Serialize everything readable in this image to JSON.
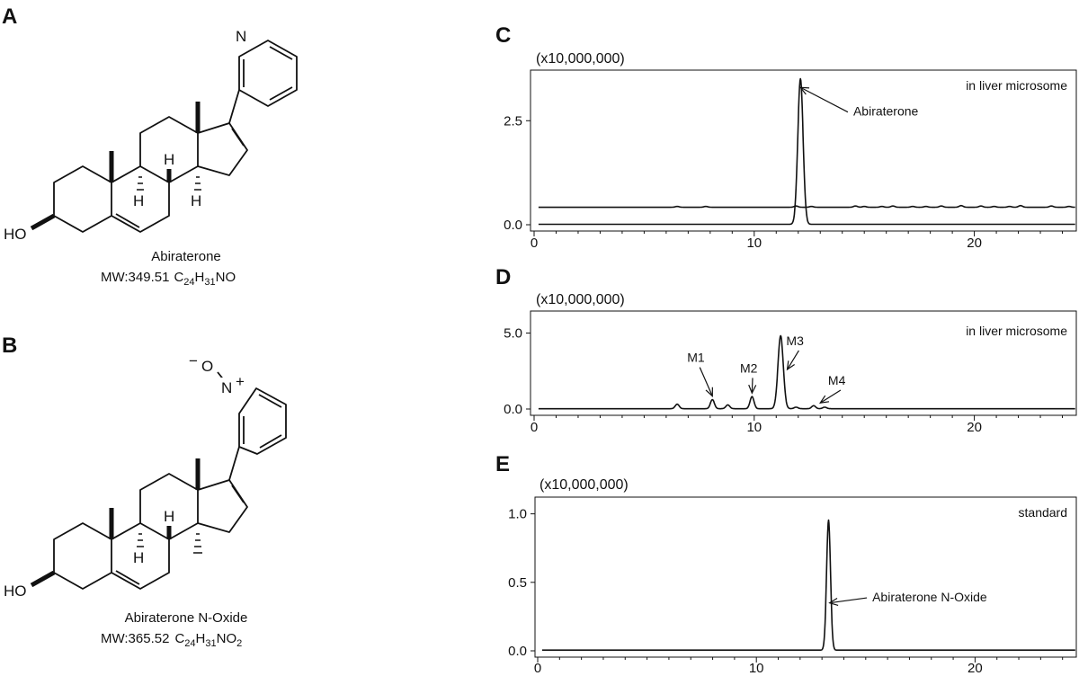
{
  "panels": {
    "A": {
      "letter": "A",
      "compound_name": "Abiraterone",
      "mw_line": "MW:349.51",
      "formula": {
        "c": "C",
        "c_n": "24",
        "h": "H",
        "h_n": "31",
        "rest": "NO",
        "o_n": ""
      }
    },
    "B": {
      "letter": "B",
      "compound_name": "Abiraterone N-Oxide",
      "mw_line": "MW:365.52",
      "formula": {
        "c": "C",
        "c_n": "24",
        "h": "H",
        "h_n": "31",
        "rest": "NO",
        "o_n": "2"
      }
    }
  },
  "atoms": {
    "N": "N",
    "H": "H",
    "HO": "HO",
    "O": "O",
    "minus": "−",
    "plus": "+"
  },
  "chart_data": [
    {
      "panel": "C",
      "type": "line",
      "scale_label": "(x10,000,000)",
      "annotation": "in liver microsome",
      "xlim": [
        0,
        25
      ],
      "ylim": [
        0,
        3.5
      ],
      "xticks": [
        0,
        10,
        20
      ],
      "xtick_labels": [
        "0",
        "10",
        "20"
      ],
      "yticks": [
        0,
        2.5
      ],
      "ytick_labels": [
        "0.0",
        "2.5"
      ],
      "series": [
        {
          "baseline": 0.42,
          "peaks": [
            [
              6.5,
              0.02
            ],
            [
              7.8,
              0.02
            ],
            [
              11.9,
              0.03
            ],
            [
              12.6,
              0.02
            ],
            [
              14.6,
              0.03
            ],
            [
              15.0,
              0.02
            ],
            [
              15.8,
              0.02
            ],
            [
              16.3,
              0.03
            ],
            [
              17.2,
              0.02
            ],
            [
              17.8,
              0.02
            ],
            [
              18.5,
              0.03
            ],
            [
              19.4,
              0.04
            ],
            [
              20.3,
              0.03
            ],
            [
              20.9,
              0.02
            ],
            [
              21.6,
              0.02
            ],
            [
              22.1,
              0.04
            ],
            [
              23.5,
              0.03
            ],
            [
              24.3,
              0.02
            ]
          ]
        },
        {
          "baseline": 0.01,
          "peaks": [
            [
              12.1,
              3.5
            ]
          ]
        }
      ],
      "peak_labels": [
        {
          "text": "Abiraterone",
          "x": 12.1,
          "y": 3.3,
          "label_x": 14.5,
          "label_y": 2.75
        }
      ]
    },
    {
      "panel": "D",
      "type": "line",
      "scale_label": "(x10,000,000)",
      "annotation": "in liver microsome",
      "xlim": [
        0,
        25
      ],
      "ylim": [
        0,
        5.5
      ],
      "xticks": [
        0,
        10,
        20
      ],
      "xtick_labels": [
        "0",
        "10",
        "20"
      ],
      "yticks": [
        0,
        5.0
      ],
      "ytick_labels": [
        "0.0",
        "5.0"
      ],
      "series": [
        {
          "baseline": 0.02,
          "peaks": [
            [
              6.5,
              0.3
            ],
            [
              8.1,
              0.6
            ],
            [
              8.8,
              0.25
            ],
            [
              9.9,
              0.8
            ],
            [
              11.2,
              4.8
            ],
            [
              11.9,
              0.1
            ],
            [
              12.7,
              0.2
            ],
            [
              13.2,
              0.1
            ]
          ]
        }
      ],
      "peak_labels": [
        {
          "text": "M1",
          "x": 8.1,
          "y": 0.85,
          "label_x": 7.2,
          "label_y": 3.1
        },
        {
          "text": "M2",
          "x": 9.9,
          "y": 1.05,
          "label_x": 9.6,
          "label_y": 2.4
        },
        {
          "text": "M3",
          "x": 11.5,
          "y": 2.6,
          "label_x": 11.7,
          "label_y": 4.2
        },
        {
          "text": "M4",
          "x": 13.0,
          "y": 0.4,
          "label_x": 13.6,
          "label_y": 1.6
        }
      ]
    },
    {
      "panel": "E",
      "type": "line",
      "scale_label": "(x10,000,000)",
      "annotation": "standard",
      "xlim": [
        0,
        25
      ],
      "ylim": [
        0,
        1.05
      ],
      "xticks": [
        0,
        10,
        20
      ],
      "xtick_labels": [
        "0",
        "10",
        "20"
      ],
      "yticks": [
        0,
        0.5,
        1.0
      ],
      "ytick_labels": [
        "0.0",
        "0.5",
        "1.0"
      ],
      "series": [
        {
          "baseline": 0.005,
          "peaks": [
            [
              13.3,
              0.95
            ]
          ]
        }
      ],
      "peak_labels": [
        {
          "text": "Abiraterone N-Oxide",
          "x": 13.35,
          "y": 0.35,
          "label_x": 15.3,
          "label_y": 0.4
        }
      ]
    }
  ]
}
